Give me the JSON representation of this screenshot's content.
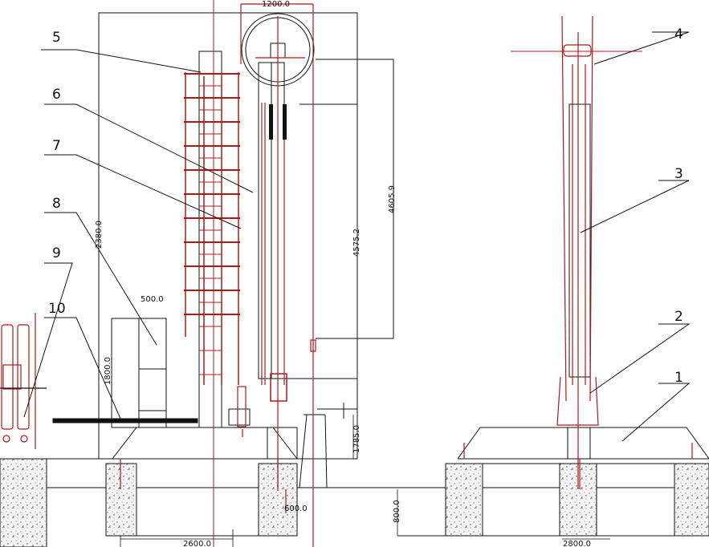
{
  "drawing": {
    "callouts": [
      {
        "id": "1",
        "label": "1"
      },
      {
        "id": "2",
        "label": "2"
      },
      {
        "id": "3",
        "label": "3"
      },
      {
        "id": "4",
        "label": "4"
      },
      {
        "id": "5",
        "label": "5"
      },
      {
        "id": "6",
        "label": "6"
      },
      {
        "id": "7",
        "label": "7"
      },
      {
        "id": "8",
        "label": "8"
      },
      {
        "id": "9",
        "label": "9"
      },
      {
        "id": "10",
        "label": "10"
      }
    ],
    "dimensions": {
      "pulley_diameter": "1200.0",
      "tower_height": "2380.0",
      "cabinet_width": "500.0",
      "cabinet_height": "1800.0",
      "drop_height_a": "4575.2",
      "drop_height_b": "4605.9",
      "base_offset": "1785.0",
      "footing_gap": "600.0",
      "footing_span_left": "2600.0",
      "footing_depth": "800.0",
      "footing_span_right": "2800.0"
    },
    "colors": {
      "line": "#111111",
      "accent": "#b01818",
      "concrete_fill": "#f4f4f4"
    }
  }
}
